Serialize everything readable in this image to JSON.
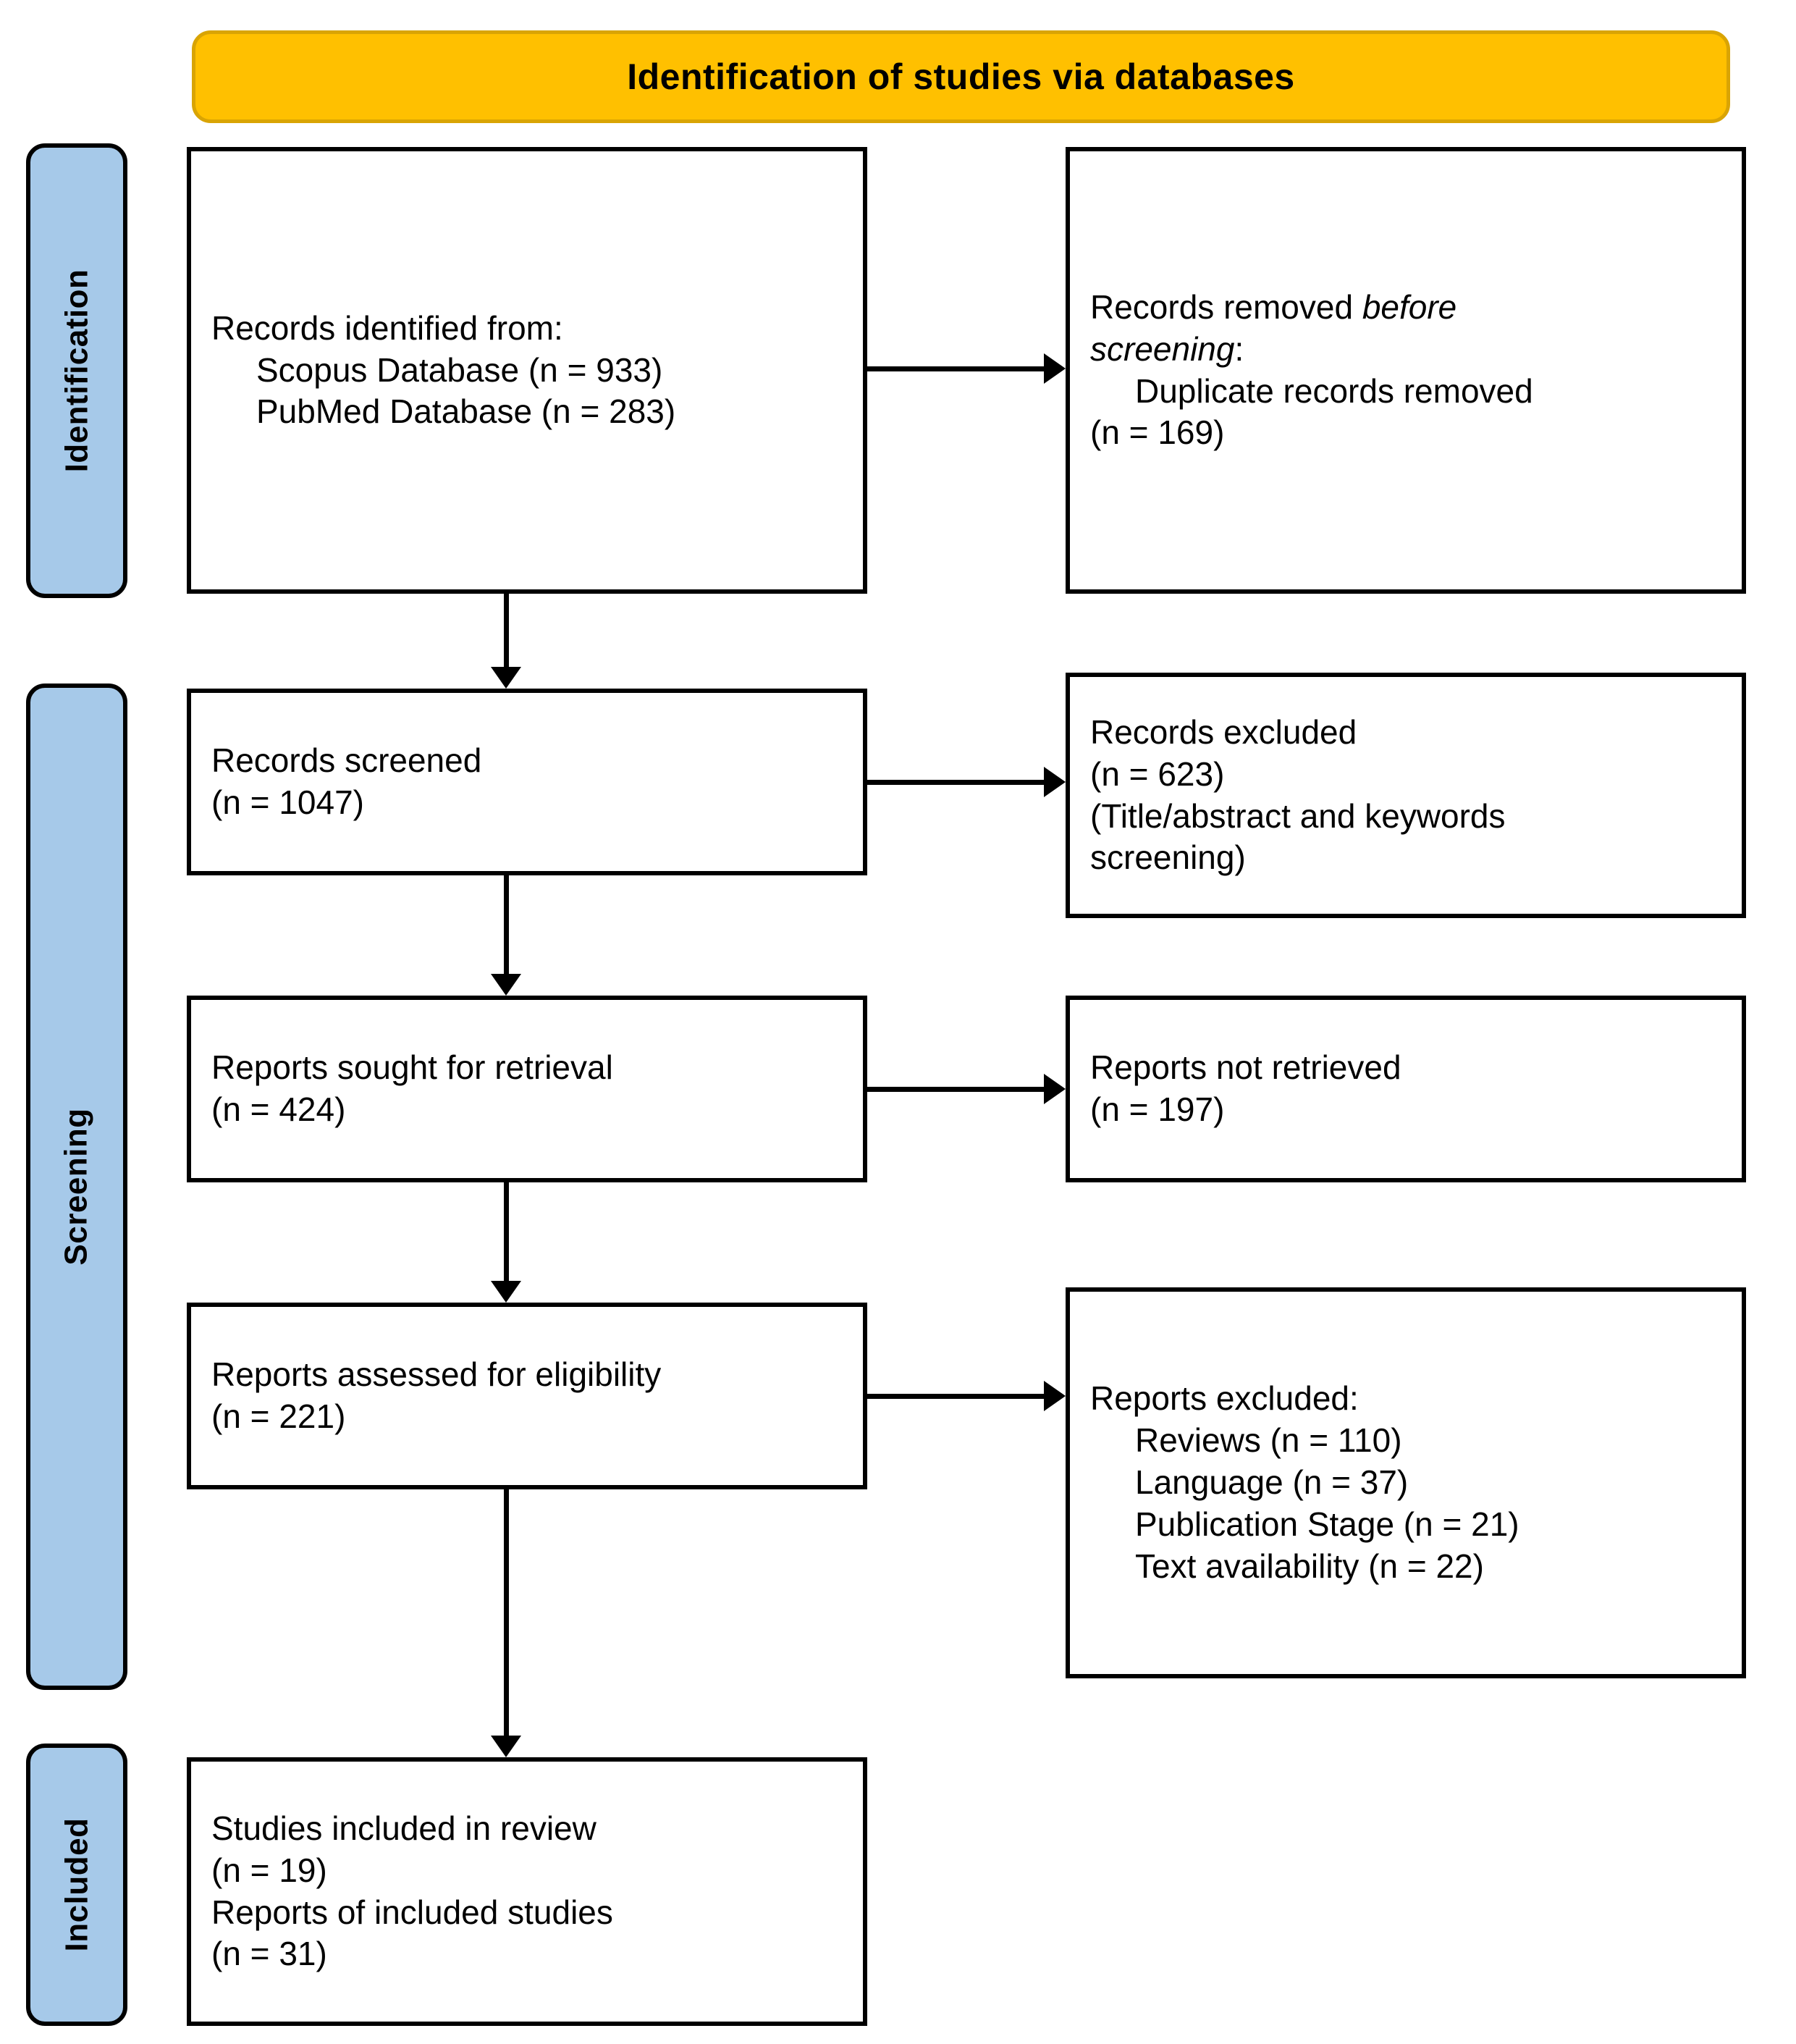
{
  "header": {
    "title": "Identification  of studies via databases"
  },
  "stages": [
    {
      "id": "identification",
      "label": "Identification"
    },
    {
      "id": "screening",
      "label": "Screening"
    },
    {
      "id": "included",
      "label": "Included"
    }
  ],
  "boxes": {
    "records_identified": {
      "lines": [
        {
          "text": "Records identified from:",
          "indent": false,
          "italic": false
        },
        {
          "text": "Scopus Database (n = 933)",
          "indent": true,
          "italic": false
        },
        {
          "text": "PubMed Database (n = 283)",
          "indent": true,
          "italic": false
        }
      ]
    },
    "records_removed": {
      "lines": [
        {
          "text": "Records removed ",
          "indent": false,
          "italic": false,
          "inline_italic": "before"
        },
        {
          "text": "screening",
          "indent": false,
          "italic": true,
          "suffix": ":"
        },
        {
          "text": "Duplicate records removed",
          "indent": true,
          "italic": false
        },
        {
          "text": "(n = 169)",
          "indent": false,
          "italic": false
        }
      ]
    },
    "records_screened": {
      "lines": [
        {
          "text": "Records screened",
          "indent": false,
          "italic": false
        },
        {
          "text": "(n = 1047)",
          "indent": false,
          "italic": false
        }
      ]
    },
    "records_excluded": {
      "lines": [
        {
          "text": "Records excluded",
          "indent": false,
          "italic": false
        },
        {
          "text": "(n = 623)",
          "indent": false,
          "italic": false
        },
        {
          "text": "(Title/abstract and keywords",
          "indent": false,
          "italic": false
        },
        {
          "text": "screening)",
          "indent": false,
          "italic": false
        }
      ]
    },
    "reports_sought": {
      "lines": [
        {
          "text": "Reports sought for retrieval",
          "indent": false,
          "italic": false
        },
        {
          "text": "(n = 424)",
          "indent": false,
          "italic": false
        }
      ]
    },
    "reports_not_retrieved": {
      "lines": [
        {
          "text": "Reports not retrieved",
          "indent": false,
          "italic": false
        },
        {
          "text": "(n = 197)",
          "indent": false,
          "italic": false
        }
      ]
    },
    "reports_assessed": {
      "lines": [
        {
          "text": "Reports assessed for eligibility",
          "indent": false,
          "italic": false
        },
        {
          "text": "(n = 221)",
          "indent": false,
          "italic": false
        }
      ]
    },
    "reports_excluded": {
      "lines": [
        {
          "text": "Reports excluded:",
          "indent": false,
          "italic": false
        },
        {
          "text": "Reviews (n = 110)",
          "indent": true,
          "italic": false
        },
        {
          "text": "Language (n = 37)",
          "indent": true,
          "italic": false
        },
        {
          "text": "Publication Stage (n = 21)",
          "indent": true,
          "italic": false
        },
        {
          "text": "Text availability (n = 22)",
          "indent": true,
          "italic": false
        }
      ]
    },
    "studies_included": {
      "lines": [
        {
          "text": "Studies included in review",
          "indent": false,
          "italic": false
        },
        {
          "text": "(n = 19)",
          "indent": false,
          "italic": false
        },
        {
          "text": "Reports of included studies",
          "indent": false,
          "italic": false
        },
        {
          "text": "(n = 31)",
          "indent": false,
          "italic": false
        }
      ]
    }
  },
  "colors": {
    "header_fill": "#FFC000",
    "header_border": "#D9A404",
    "stage_fill": "#A6C9E9",
    "box_border": "#000000",
    "box_fill": "#FFFFFF",
    "text": "#000000"
  }
}
